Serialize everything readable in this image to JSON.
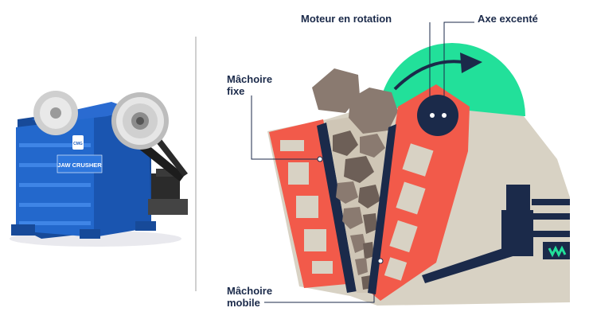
{
  "labels": {
    "motor": "Moteur en rotation",
    "eccentric_axis": "Axe excenté",
    "fixed_jaw_line1": "Mâchoire",
    "fixed_jaw_line2": "fixe",
    "moving_jaw_line1": "Mâchoire",
    "moving_jaw_line2": "mobile"
  },
  "photo": {
    "plate_text": "JAW CRUSHER",
    "logo_text": "CMG"
  },
  "colors": {
    "navy": "#1b2a4a",
    "jaw_red": "#f25a4a",
    "body_beige": "#d8d2c4",
    "rotation_green": "#22e09a",
    "rock_brown": "#8a7a70",
    "rock_dark": "#6d5f57",
    "crusher_blue": "#1f5fbf",
    "divider": "#9a9a9a"
  },
  "icons": {
    "rotation": "curved-arrow-icon",
    "spring": "spring-icon"
  }
}
